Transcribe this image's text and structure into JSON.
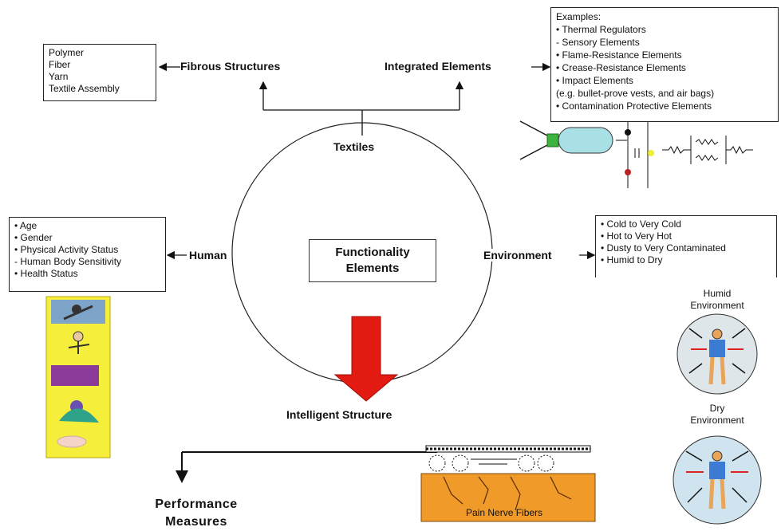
{
  "center": {
    "title_line1": "Functionality",
    "title_line2": "Elements"
  },
  "nodes": {
    "textiles": "Textiles",
    "fibrous": "Fibrous Structures",
    "integrated": "Integrated Elements",
    "human": "Human",
    "environment": "Environment",
    "intelligent": "Intelligent Structure",
    "performance_line1": "Performance",
    "performance_line2": "Measures"
  },
  "fibrous_list": [
    "Polymer",
    "Fiber",
    "Yarn",
    "Textile Assembly"
  ],
  "examples": {
    "heading": "Examples:",
    "items": [
      "• Thermal Regulators",
      "- Sensory Elements",
      "• Flame-Resistance Elements",
      "• Crease-Resistance Elements",
      "• Impact Elements",
      "(e.g. bullet-prove vests, and air bags)",
      "• Contamination Protective Elements"
    ]
  },
  "human_list": [
    "• Age",
    "• Gender",
    "• Physical Activity Status",
    "- Human Body Sensitivity",
    "• Health Status"
  ],
  "environment_list": [
    "• Cold to Very Cold",
    "• Hot to Very Hot",
    "• Dusty to Very Contaminated",
    "• Humid to Dry"
  ],
  "env_humid_line1": "Humid",
  "env_humid_line2": "Environment",
  "env_dry_line1": "Dry",
  "env_dry_line2": "Environment",
  "pain_label": "Pain Nerve Fibers",
  "colors": {
    "arrow_red": "#e31b12",
    "sensor_cyan": "#a8e0e6",
    "sensor_green": "#3db33d",
    "skin_orange": "#f09a2a",
    "panel_yellow": "#f5ee3a",
    "env_circle": "#dfe6ea"
  }
}
